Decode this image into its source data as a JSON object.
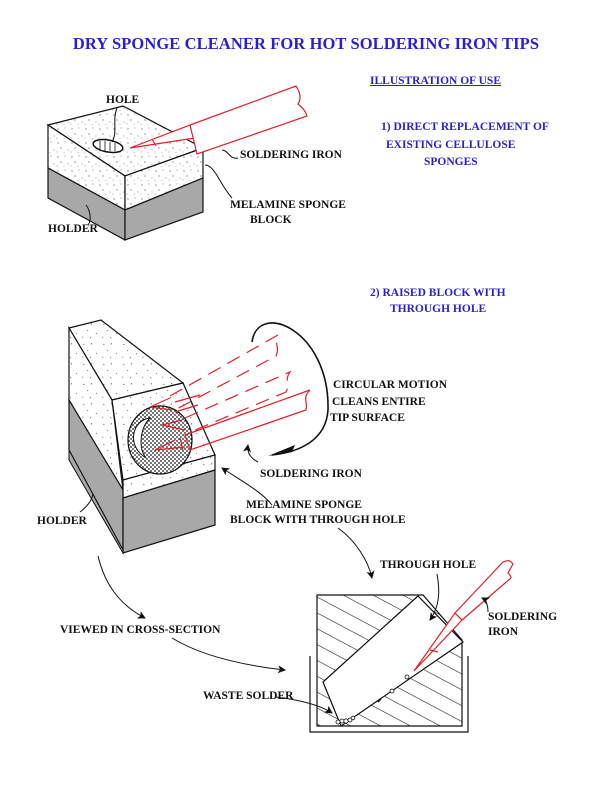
{
  "title": "DRY SPONGE CLEANER FOR HOT SOLDERING IRON TIPS",
  "section_heading": "ILLUSTRATION OF USE",
  "colors": {
    "heading_blue": "#2a1fd0",
    "iron_red": "#e0202a",
    "holder_gray": "#a8a8a8",
    "line_black": "#111111"
  },
  "figure1": {
    "caption": [
      "1) DIRECT REPLACEMENT OF",
      "EXISTING CELLULOSE",
      "SPONGES"
    ],
    "labels": {
      "hole": "HOLE",
      "soldering_iron": "SOLDERING IRON",
      "sponge_block": [
        "MELAMINE SPONGE",
        "BLOCK"
      ],
      "holder": "HOLDER"
    }
  },
  "figure2": {
    "caption": [
      "2) RAISED BLOCK WITH",
      "THROUGH HOLE"
    ],
    "labels": {
      "motion": [
        "CIRCULAR MOTION",
        "CLEANS ENTIRE",
        "TIP SURFACE"
      ],
      "soldering_iron": "SOLDERING IRON",
      "sponge_block": [
        "MELAMINE SPONGE",
        "BLOCK WITH THROUGH HOLE"
      ],
      "holder": "HOLDER",
      "cross_section": "VIEWED IN CROSS-SECTION"
    }
  },
  "figure3": {
    "labels": {
      "through_hole": "THROUGH HOLE",
      "soldering_iron": [
        "SOLDERING",
        "IRON"
      ],
      "waste_solder": "WASTE SOLDER"
    }
  }
}
